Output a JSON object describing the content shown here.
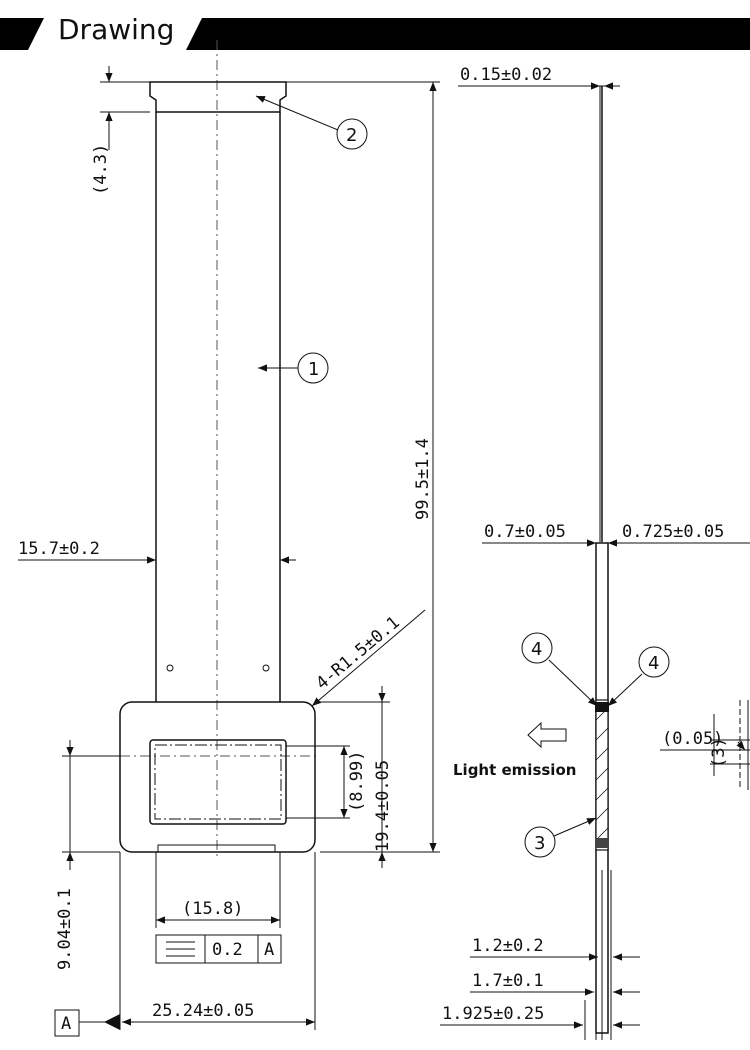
{
  "header": {
    "title": "Drawing"
  },
  "dimensions": {
    "film_thickness": "0.15±0.02",
    "tab_height": "(4.3)",
    "fpc_width": "15.7±0.2",
    "total_length": "99.5±1.4",
    "corner_radius": "4-R1.5±0.1",
    "active_height_ref": "(8.99)",
    "panel_height": "19.4±0.05",
    "offset": "9.04±0.1",
    "active_width_ref": "(15.8)",
    "panel_width": "25.24±0.05",
    "side_a": "0.7±0.05",
    "side_b": "0.725±0.05",
    "thk_1": "1.2±0.2",
    "thk_2": "1.7±0.1",
    "thk_3": "1.925±0.25",
    "detail_gap": "(0.05)",
    "detail_len": "(3)"
  },
  "callouts": {
    "c1": "1",
    "c2": "2",
    "c3": "3",
    "c4a": "4",
    "c4b": "4"
  },
  "tolerance_frame": {
    "value": "0.2",
    "datum": "A"
  },
  "datum_label": "A",
  "light_label": "Light emission"
}
